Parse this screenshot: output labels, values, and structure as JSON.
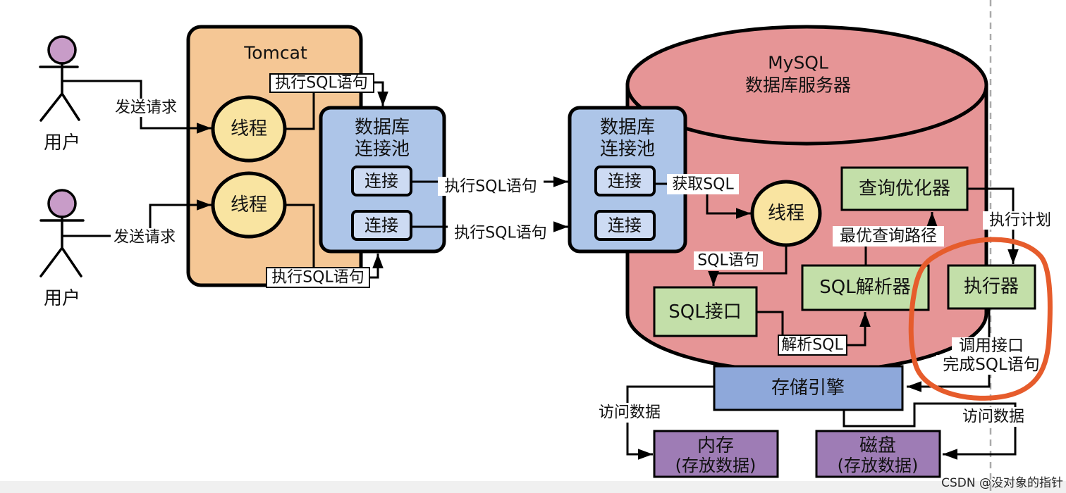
{
  "watermark": "CSDN @没对象的指针",
  "colors": {
    "tomcat": "#F5C795",
    "thread": "#F9E4A1",
    "pool": "#ADC5E8",
    "connection": "#CDDBF3",
    "mysql_cylinder": "#E69596",
    "component_green": "#C3DFA9",
    "engine_blue": "#8EA8DA",
    "storage_purple": "#9E7CB5",
    "user_head": "#C89CC8",
    "annotation_red": "#E65C2C"
  },
  "users": {
    "label": "用户",
    "request_label": "发送请求"
  },
  "tomcat": {
    "title": "Tomcat",
    "thread_label": "线程"
  },
  "pool": {
    "title_line1": "数据库",
    "title_line2": "连接池",
    "connection_label": "连接"
  },
  "flow": {
    "execute_sql": "执行SQL语句",
    "get_sql": "获取SQL",
    "sql_statement": "SQL语句",
    "parse_sql": "解析SQL",
    "best_query_path": "最优查询路径",
    "execution_plan": "执行计划",
    "call_interface_line1": "调用接口",
    "call_interface_line2": "完成SQL语句",
    "access_data": "访问数据"
  },
  "mysql": {
    "title_line1": "MySQL",
    "title_line2": "数据库服务器",
    "thread_label": "线程",
    "optimizer": "查询优化器",
    "parser": "SQL解析器",
    "executor": "执行器",
    "sql_interface": "SQL接口",
    "storage_engine": "存储引擎",
    "memory_line1": "内存",
    "memory_line2": "(存放数据)",
    "disk_line1": "磁盘",
    "disk_line2": "(存放数据)"
  }
}
